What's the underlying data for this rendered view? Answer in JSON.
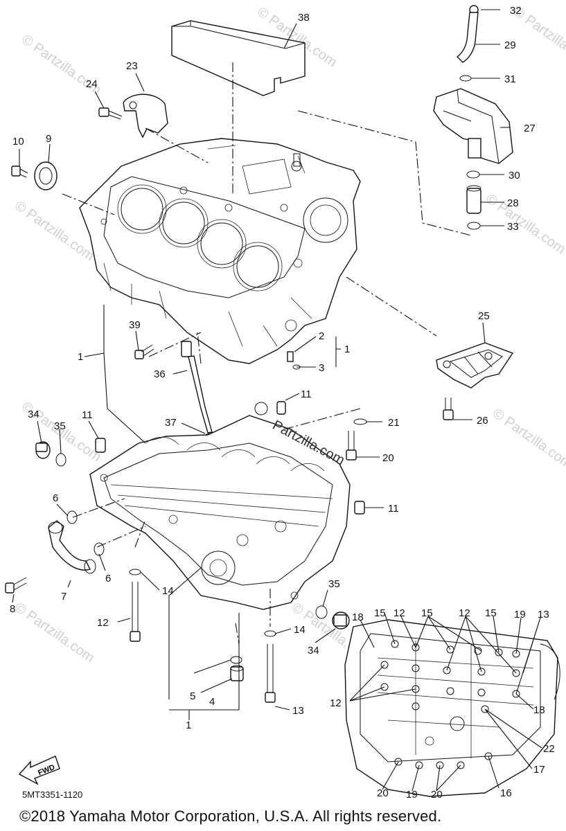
{
  "diagram": {
    "code": "5MT3351-1120",
    "copyright": "©2018 Yamaha Motor Corporation, U.S.A. All rights reserved.",
    "fwd_label": "FWD",
    "watermark": "© Partzilla.com",
    "center_watermark": "Partzilla.com"
  },
  "callouts": {
    "c38": "38",
    "c32": "32",
    "c29": "29",
    "c31": "31",
    "c23": "23",
    "c24": "24",
    "c27": "27",
    "c10": "10",
    "c9": "9",
    "c30": "30",
    "c28": "28",
    "c33": "33",
    "c25": "25",
    "c39": "39",
    "c2": "2",
    "c1a": "1",
    "c1b": "1",
    "c3": "3",
    "c36": "36",
    "c26": "26",
    "c11a": "11",
    "c34a": "34",
    "c35a": "35",
    "c11b": "11",
    "c37": "37",
    "c21": "21",
    "c20a": "20",
    "c6a": "6",
    "c11c": "11",
    "c8": "8",
    "c6b": "6",
    "c7": "7",
    "c14a": "14",
    "c35b": "35",
    "c12a": "12",
    "c14b": "14",
    "c34b": "34",
    "c5": "5",
    "c4": "4",
    "c13a": "13",
    "c1c": "1",
    "i18a": "18",
    "i15a": "15",
    "i12a": "12",
    "i15b": "15",
    "i12b": "12",
    "i15c": "15",
    "i19a": "19",
    "i13": "13",
    "i12c": "12",
    "i18b": "18",
    "i22": "22",
    "i17": "17",
    "i20a": "20",
    "i19b": "19",
    "i20b": "20",
    "i16": "16"
  }
}
